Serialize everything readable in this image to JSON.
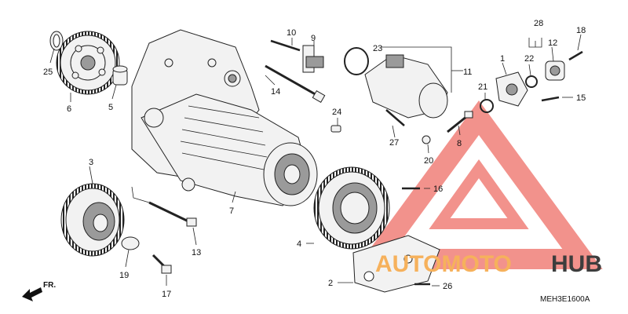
{
  "diagram": {
    "code": "MEH3E1600A",
    "direction_label": "FR.",
    "callouts": [
      "1",
      "2",
      "3",
      "4",
      "5",
      "6",
      "7",
      "8",
      "9",
      "10",
      "11",
      "12",
      "13",
      "14",
      "15",
      "16",
      "17",
      "18",
      "19",
      "20",
      "21",
      "22",
      "23",
      "24",
      "25",
      "26",
      "27",
      "28"
    ]
  },
  "watermark": {
    "word_light": "AUTOMOTO",
    "word_dark": "HUB",
    "colors": {
      "mark": "#f07f78",
      "orange": "#f6b15c",
      "dark": "#3d3d3d"
    }
  }
}
